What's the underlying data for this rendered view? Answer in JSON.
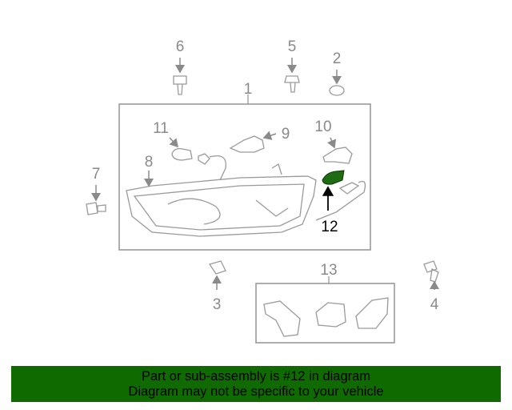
{
  "diagram": {
    "callouts": [
      "1",
      "2",
      "3",
      "4",
      "5",
      "6",
      "7",
      "8",
      "9",
      "10",
      "11",
      "12",
      "13"
    ],
    "highlighted_part": "12",
    "highlight_color": "#1f6b12"
  },
  "banner": {
    "line1": "Part or sub-assembly is #12 in diagram",
    "line2": "Diagram may not be specific to your vehicle",
    "background": "#0f6a00"
  }
}
